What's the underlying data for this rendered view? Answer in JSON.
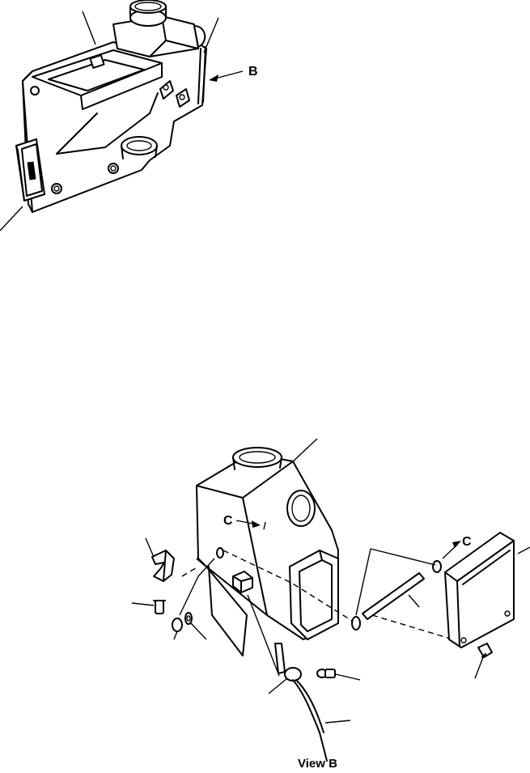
{
  "diagram": {
    "labels": {
      "view_arrow": "B",
      "ref_arrow_left": "C",
      "ref_arrow_right": "C",
      "caption": "View B"
    }
  }
}
